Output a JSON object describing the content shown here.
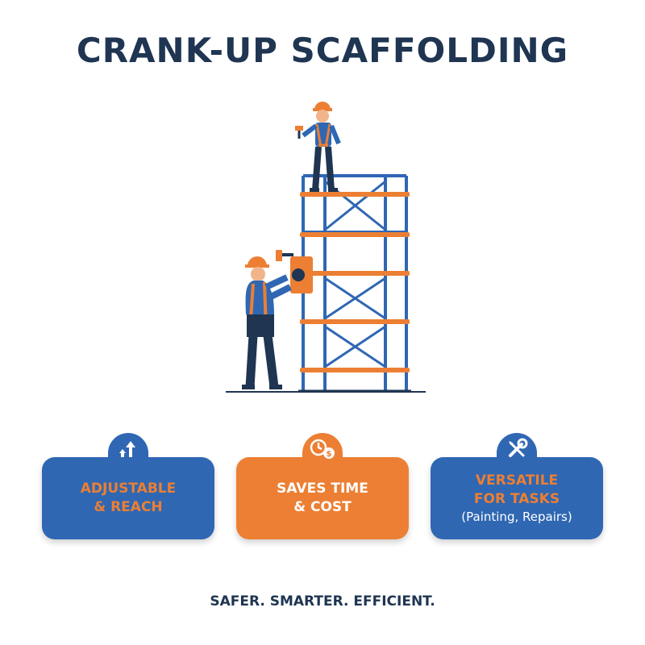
{
  "title": "CRANK-UP SCAFFOLDING",
  "colors": {
    "navy": "#1f3552",
    "blue": "#2f67b3",
    "orange": "#ec7f33",
    "white": "#ffffff"
  },
  "features": [
    {
      "icon": "arrow-up-icon",
      "lines": [
        "ADJUSTABLE",
        "& REACH"
      ],
      "text_color": "#ec7f33"
    },
    {
      "icon": "clock-money-icon",
      "lines": [
        "SAVES TIME",
        "& COST"
      ],
      "text_color": "#ffffff"
    },
    {
      "icon": "wrench-screwdriver-icon",
      "lines": [
        "VERSATILE",
        "FOR TASKS"
      ],
      "note": "(Painting, Repairs)",
      "text_color": "#ec7f33"
    }
  ],
  "tagline": "SAFER. SMARTER. EFFICIENT."
}
